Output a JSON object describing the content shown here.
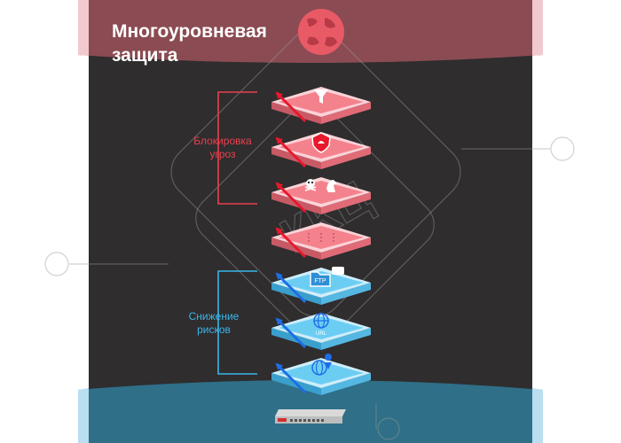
{
  "title_line1": "Многоуровневая",
  "title_line2": "защита",
  "groups": {
    "threat_blocking": {
      "label_line1": "Блокировка",
      "label_line2": "угроз",
      "color": "#e9404f"
    },
    "risk_reduction": {
      "label_line1": "Снижение",
      "label_line2": "рисков",
      "color": "#39b6ea"
    }
  },
  "layers": [
    {
      "icon": "filter-icon",
      "group": "threat_blocking"
    },
    {
      "icon": "shield-icon",
      "group": "threat_blocking"
    },
    {
      "icon": "skull-trojan-icon",
      "group": "threat_blocking"
    },
    {
      "icon": "dotted-layer-icon",
      "group": "threat_blocking"
    },
    {
      "icon": "ftp-folder-icon",
      "icon_text": "FTP",
      "group": "risk_reduction"
    },
    {
      "icon": "globe-icon",
      "icon_text": "URL",
      "group": "risk_reduction"
    },
    {
      "icon": "globe-location-icon",
      "group": "risk_reduction"
    }
  ],
  "colors": {
    "background": "#2f2d2e",
    "top_band": "#8b4b52",
    "bottom_band": "#2f6f88",
    "red_layer": "#f4828d",
    "blue_layer": "#6ccdf3",
    "red_arrow": "#e8192c",
    "blue_arrow": "#1d6ee6"
  },
  "watermark_text": "ККЦ"
}
